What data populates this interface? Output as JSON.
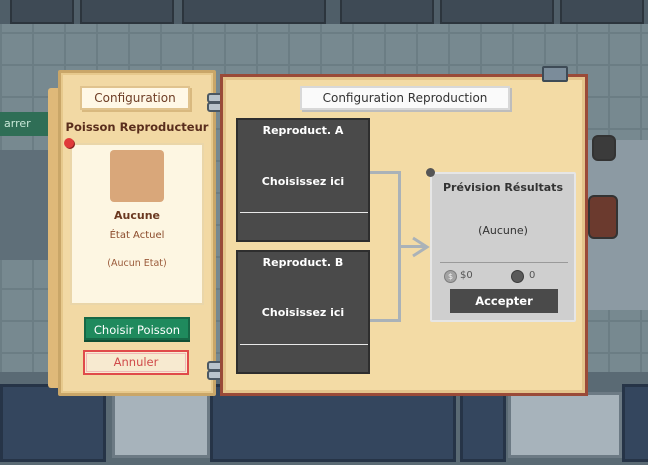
{
  "background": {
    "sign_text": "arrer"
  },
  "left_panel": {
    "tab_label": "Configuration",
    "heading": "Poisson Reproducteur",
    "fish_name": "Aucune",
    "state_label": "État Actuel",
    "state_value": "(Aucun Etat)",
    "choose_button": "Choisir Poisson",
    "cancel_button": "Annuler"
  },
  "right_panel": {
    "tab_label": "Configuration Reproduction",
    "slot_a": {
      "title": "Reproduct. A",
      "prompt": "Choisissez ici"
    },
    "slot_b": {
      "title": "Reproduct. B",
      "prompt": "Choisissez ici"
    },
    "prediction": {
      "title": "Prévision Résultats",
      "value": "(Aucune)",
      "money_icon": "coin-icon",
      "money": "$0",
      "gem_icon": "gem-icon",
      "gems": "0",
      "accept_button": "Accepter"
    }
  },
  "colors": {
    "accent_green": "#1f8a5d",
    "cancel_red": "#e04a4a",
    "panel_border": "#9a4a38",
    "parchment": "#f3dba5"
  }
}
